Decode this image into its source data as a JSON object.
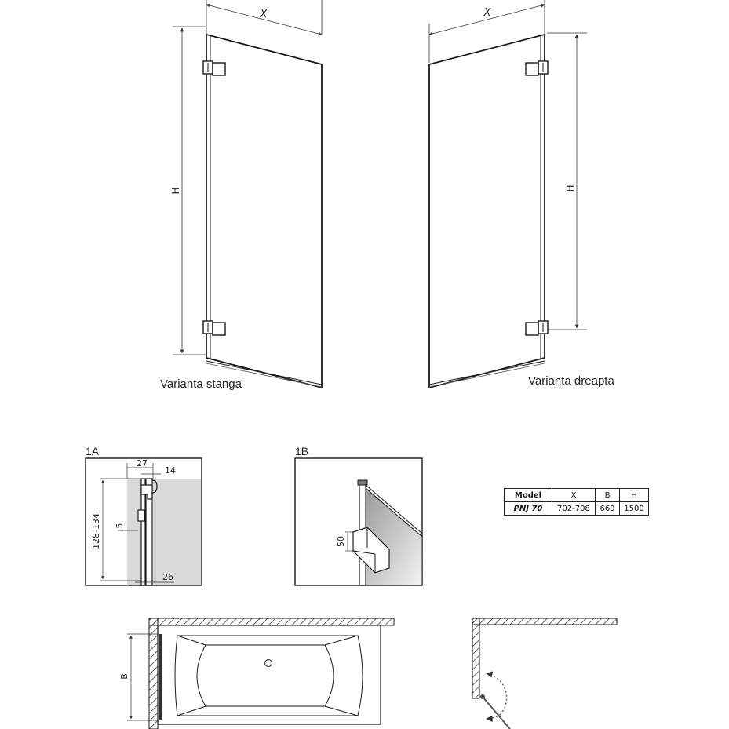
{
  "labels": {
    "left_variant": "Varianta stanga",
    "right_variant": "Varianta dreapta",
    "width_symbol": "X",
    "height_symbol": "H",
    "detail_a": "1A",
    "detail_b": "1B",
    "bath_depth_symbol": "B"
  },
  "detail_1a": {
    "dim_top_wide": "27",
    "dim_top_narrow": "14",
    "dim_vertical": "128-134",
    "dim_small": "5",
    "dim_bottom": "26"
  },
  "detail_1b": {
    "dim_hinge": "50"
  },
  "spec_table": {
    "headers": [
      "Model",
      "X",
      "B",
      "H"
    ],
    "rows": [
      {
        "model": "PNJ 70",
        "x": "702-708",
        "b": "660",
        "h": "1500"
      }
    ]
  }
}
